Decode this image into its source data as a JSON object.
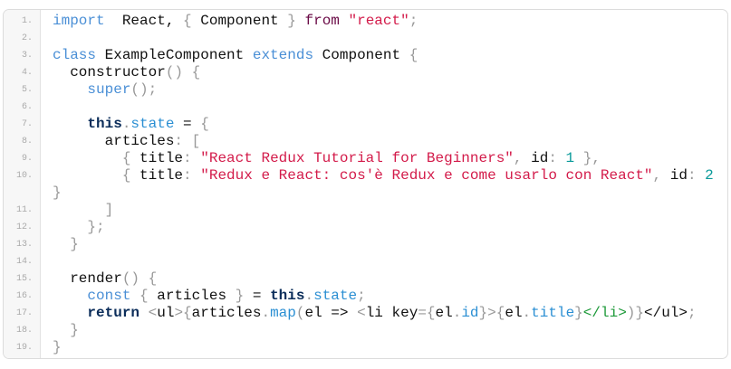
{
  "colors": {
    "keyword": "#4a8fd6",
    "string": "#d31b4a",
    "number": "#0a9a9a",
    "property": "#2b8fd3",
    "tag": "#1e9a3a"
  },
  "lines": [
    {
      "n": "1.",
      "t": [
        [
          "kw",
          "import"
        ],
        [
          "",
          "  React, "
        ],
        [
          "p",
          "{"
        ],
        [
          "",
          " Component "
        ],
        [
          "p",
          "}"
        ],
        [
          "",
          " "
        ],
        [
          "from",
          "from"
        ],
        [
          "",
          " "
        ],
        [
          "str",
          "\"react\""
        ],
        [
          "p",
          ";"
        ]
      ]
    },
    {
      "n": "2.",
      "t": []
    },
    {
      "n": "3.",
      "t": [
        [
          "kw",
          "class"
        ],
        [
          "",
          " ExampleComponent "
        ],
        [
          "kw",
          "extends"
        ],
        [
          "",
          " Component "
        ],
        [
          "p",
          "{"
        ]
      ]
    },
    {
      "n": "4.",
      "t": [
        [
          "",
          "  constructor"
        ],
        [
          "p",
          "()"
        ],
        [
          "",
          " "
        ],
        [
          "p",
          "{"
        ]
      ]
    },
    {
      "n": "5.",
      "t": [
        [
          "",
          "    "
        ],
        [
          "kw",
          "super"
        ],
        [
          "p",
          "();"
        ]
      ]
    },
    {
      "n": "6.",
      "t": []
    },
    {
      "n": "7.",
      "t": [
        [
          "",
          "    "
        ],
        [
          "b",
          "this"
        ],
        [
          "p",
          "."
        ],
        [
          "prop",
          "state"
        ],
        [
          "",
          " = "
        ],
        [
          "p",
          "{"
        ]
      ]
    },
    {
      "n": "8.",
      "t": [
        [
          "",
          "      articles"
        ],
        [
          "p",
          ":"
        ],
        [
          "",
          " "
        ],
        [
          "p",
          "["
        ]
      ]
    },
    {
      "n": "9.",
      "t": [
        [
          "",
          "        "
        ],
        [
          "p",
          "{"
        ],
        [
          "",
          " title"
        ],
        [
          "p",
          ":"
        ],
        [
          "",
          " "
        ],
        [
          "str",
          "\"React Redux Tutorial for Beginners\""
        ],
        [
          "p",
          ","
        ],
        [
          "",
          " id"
        ],
        [
          "p",
          ":"
        ],
        [
          "",
          " "
        ],
        [
          "n",
          "1"
        ],
        [
          "",
          " "
        ],
        [
          "p",
          "},"
        ]
      ]
    },
    {
      "n": "10.",
      "t": [
        [
          "",
          "        "
        ],
        [
          "p",
          "{"
        ],
        [
          "",
          " title"
        ],
        [
          "p",
          ":"
        ],
        [
          "",
          " "
        ],
        [
          "str",
          "\"Redux e React: cos'è Redux e come usarlo con React\""
        ],
        [
          "p",
          ","
        ],
        [
          "",
          " id"
        ],
        [
          "p",
          ":"
        ],
        [
          "",
          " "
        ],
        [
          "n",
          "2"
        ],
        [
          "",
          "\n"
        ],
        [
          "p",
          "}"
        ]
      ]
    },
    {
      "n": "11.",
      "t": [
        [
          "",
          "      "
        ],
        [
          "p",
          "]"
        ]
      ]
    },
    {
      "n": "12.",
      "t": [
        [
          "",
          "    "
        ],
        [
          "p",
          "};"
        ]
      ]
    },
    {
      "n": "13.",
      "t": [
        [
          "",
          "  "
        ],
        [
          "p",
          "}"
        ]
      ]
    },
    {
      "n": "14.",
      "t": []
    },
    {
      "n": "15.",
      "t": [
        [
          "",
          "  render"
        ],
        [
          "p",
          "()"
        ],
        [
          "",
          " "
        ],
        [
          "p",
          "{"
        ]
      ]
    },
    {
      "n": "16.",
      "t": [
        [
          "",
          "    "
        ],
        [
          "kw",
          "const"
        ],
        [
          "",
          " "
        ],
        [
          "p",
          "{"
        ],
        [
          "",
          " articles "
        ],
        [
          "p",
          "}"
        ],
        [
          "",
          " = "
        ],
        [
          "b",
          "this"
        ],
        [
          "p",
          "."
        ],
        [
          "prop",
          "state"
        ],
        [
          "p",
          ";"
        ]
      ]
    },
    {
      "n": "17.",
      "t": [
        [
          "",
          "    "
        ],
        [
          "b",
          "return"
        ],
        [
          "",
          " "
        ],
        [
          "p",
          "<"
        ],
        [
          "",
          "ul"
        ],
        [
          "p",
          ">{"
        ],
        [
          "",
          "articles"
        ],
        [
          "p",
          "."
        ],
        [
          "prop",
          "map"
        ],
        [
          "p",
          "("
        ],
        [
          "",
          "el => "
        ],
        [
          "p",
          "<"
        ],
        [
          "",
          "li key"
        ],
        [
          "p",
          "={"
        ],
        [
          "",
          "el"
        ],
        [
          "p",
          "."
        ],
        [
          "prop",
          "id"
        ],
        [
          "p",
          "}>{"
        ],
        [
          "",
          "el"
        ],
        [
          "p",
          "."
        ],
        [
          "prop",
          "title"
        ],
        [
          "p",
          "}"
        ],
        [
          "tag",
          "</li>"
        ],
        [
          "p",
          ")}"
        ],
        [
          "",
          "</ul>"
        ],
        [
          "p",
          ";"
        ]
      ]
    },
    {
      "n": "18.",
      "t": [
        [
          "",
          "  "
        ],
        [
          "p",
          "}"
        ]
      ]
    },
    {
      "n": "19.",
      "t": [
        [
          "p",
          "}"
        ]
      ]
    }
  ]
}
